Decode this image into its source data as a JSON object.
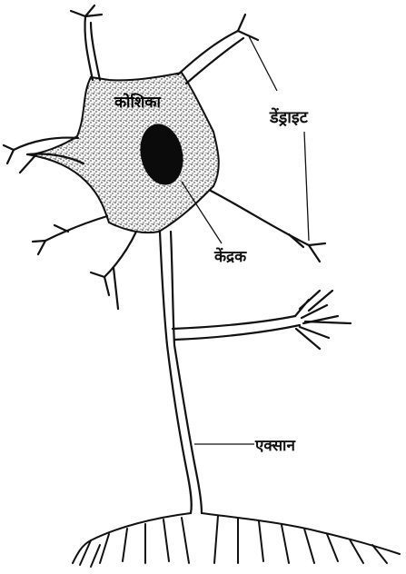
{
  "labels": {
    "cell_body": "कोशिका",
    "dendrite": "डेंड्राइट",
    "nucleus": "केंद्रक",
    "axon": "एक्सान"
  },
  "colors": {
    "ink": "#111111",
    "nucleus": "#0b0b0b",
    "stipple": "#1a1a1a",
    "background": "#ffffff"
  }
}
